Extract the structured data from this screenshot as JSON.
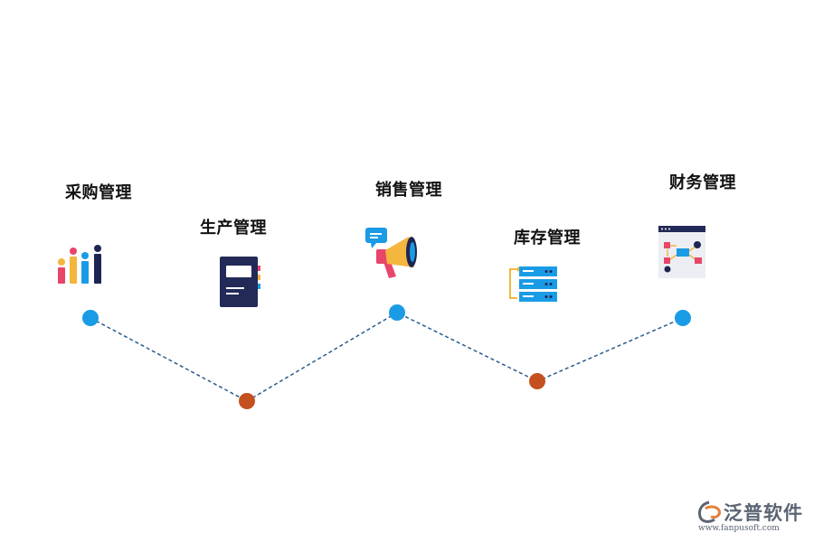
{
  "modules": [
    {
      "label": "采购管理",
      "icon": "bar-chart-icon"
    },
    {
      "label": "生产管理",
      "icon": "notebook-icon"
    },
    {
      "label": "销售管理",
      "icon": "megaphone-icon"
    },
    {
      "label": "库存管理",
      "icon": "server-rack-icon"
    },
    {
      "label": "财务管理",
      "icon": "flowchart-window-icon"
    }
  ],
  "colors": {
    "node_top": "#1a9be6",
    "node_bottom": "#c4501f",
    "connector": "#2a5a8c",
    "label": "#111111"
  },
  "brand": {
    "name": "泛普软件",
    "url": "www.fanpusoft.com"
  }
}
